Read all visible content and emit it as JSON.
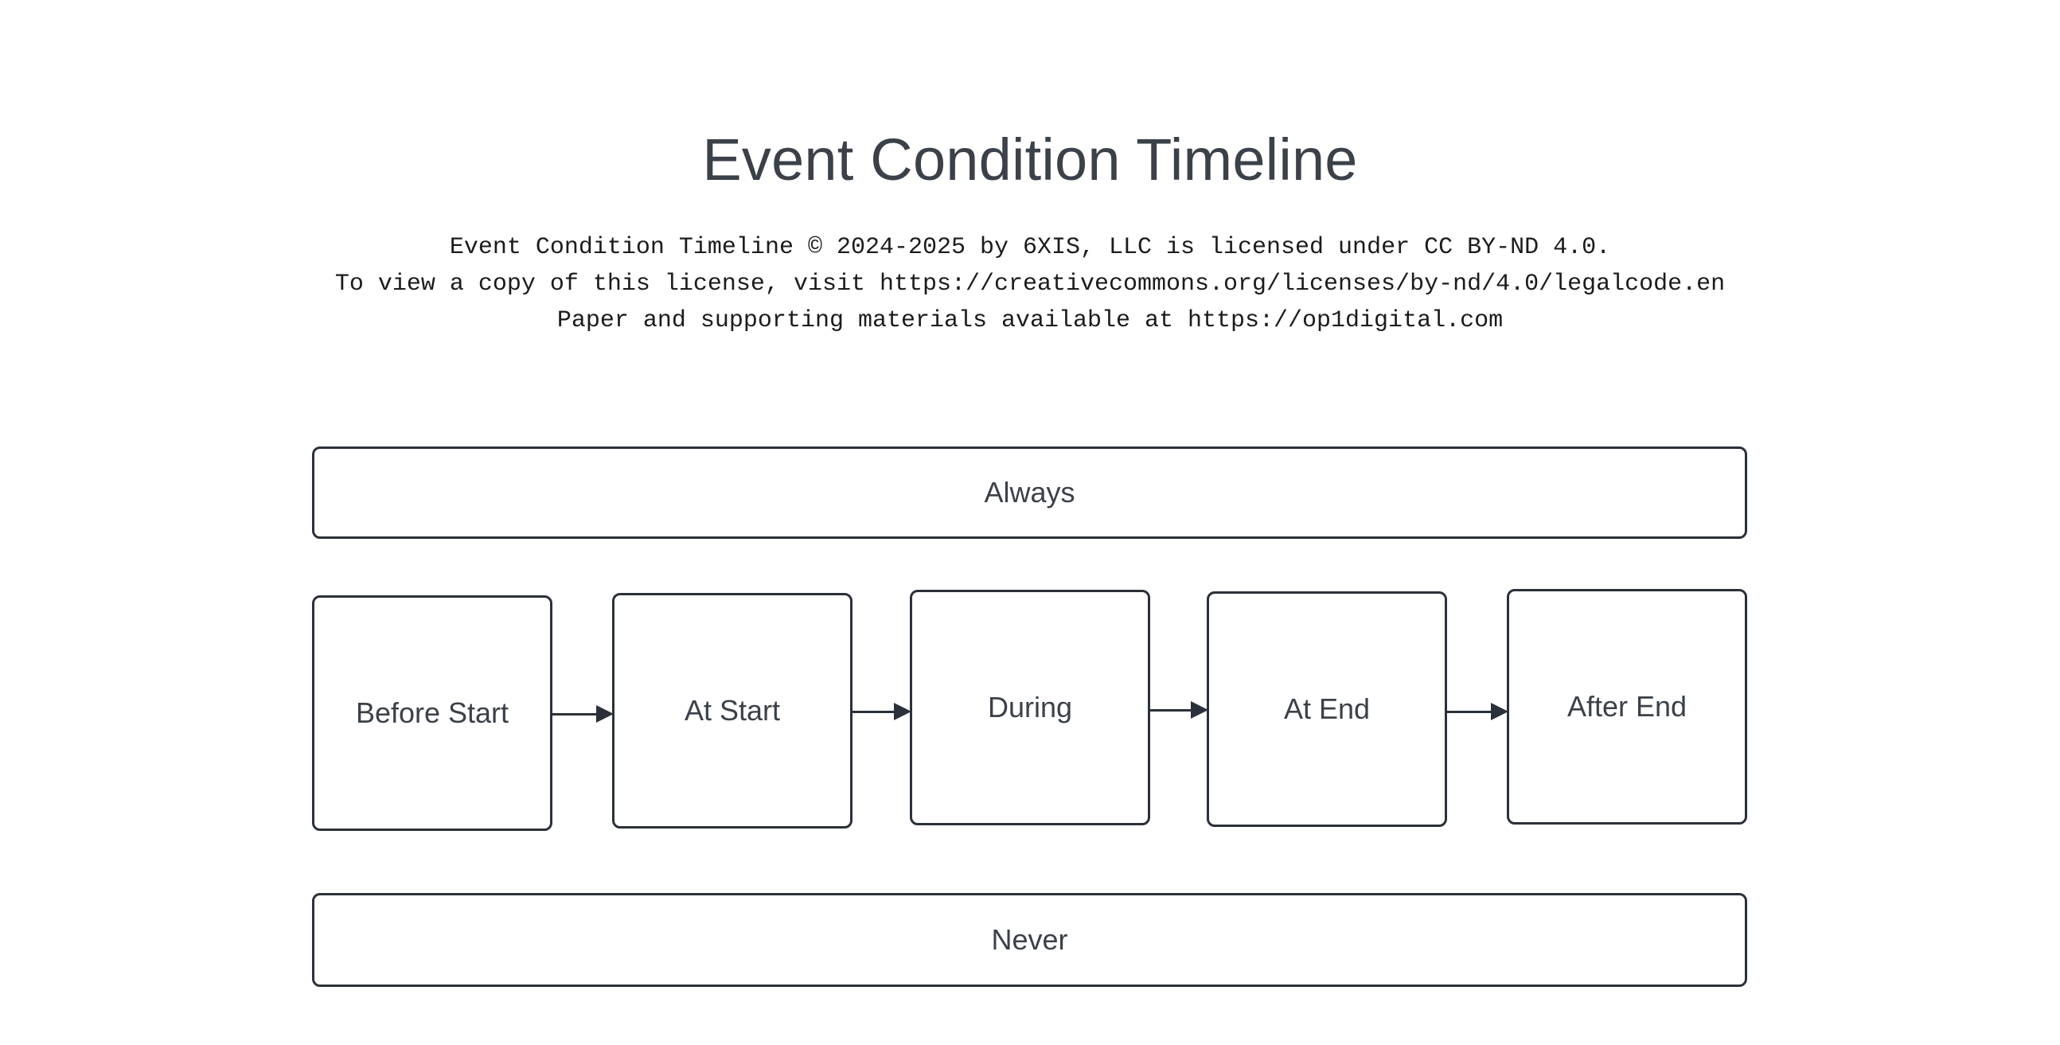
{
  "header": {
    "title": "Event Condition Timeline",
    "license_lines": [
      "Event Condition Timeline © 2024-2025 by 6XIS, LLC is licensed under CC BY-ND 4.0.",
      "To view a copy of this license, visit https://creativecommons.org/licenses/by-nd/4.0/legalcode.en",
      "Paper and supporting materials available at https://op1digital.com"
    ]
  },
  "diagram": {
    "always_node": {
      "label": "Always"
    },
    "never_node": {
      "label": "Never"
    },
    "stages": [
      {
        "label": "Before Start"
      },
      {
        "label": "At Start"
      },
      {
        "label": "During"
      },
      {
        "label": "At End"
      },
      {
        "label": "After End"
      }
    ],
    "arrows": [
      {
        "name": "before-start-to-at-start"
      },
      {
        "name": "at-start-to-during"
      },
      {
        "name": "during-to-at-end"
      },
      {
        "name": "at-end-to-after-end"
      }
    ]
  },
  "colors": {
    "node_border": "#2b313a",
    "node_fill": "#ffffff",
    "text": "#3b4149",
    "license_text": "#1b1b1b",
    "background": "#ffffff"
  }
}
